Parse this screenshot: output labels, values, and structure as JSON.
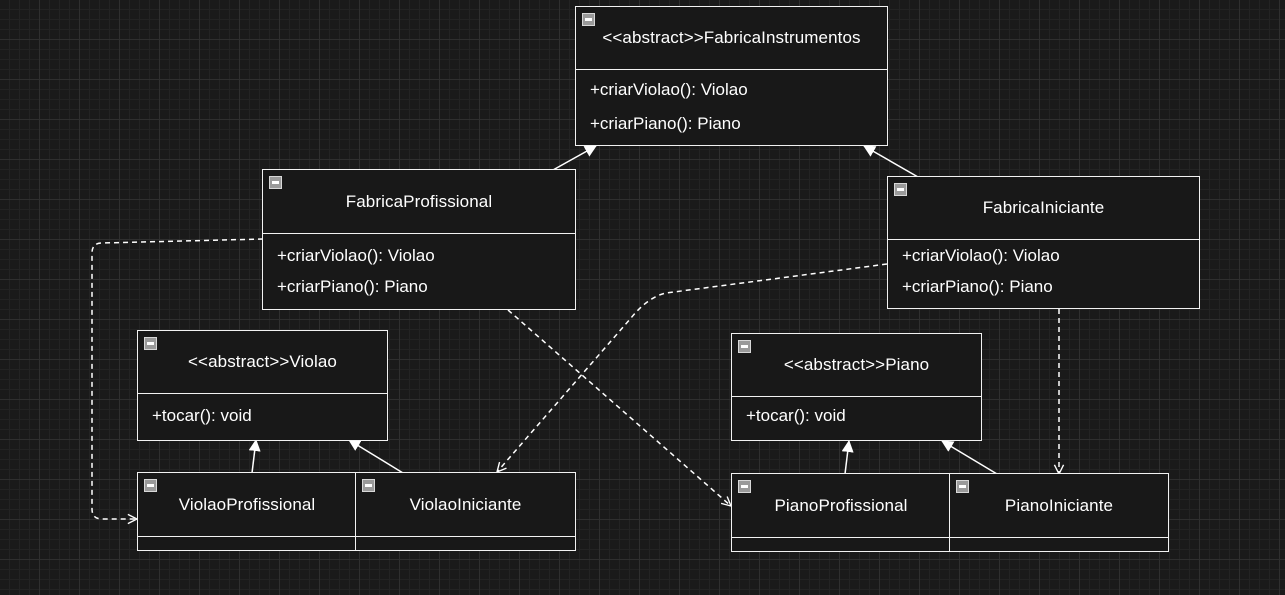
{
  "diagram": {
    "classes": {
      "fabrica_instrumentos": {
        "name": "<<abstract>>FabricaInstrumentos",
        "methods": [
          "+criarViolao(): Violao",
          "+criarPiano(): Piano"
        ]
      },
      "fabrica_profissional": {
        "name": "FabricaProfissional",
        "methods": [
          "+criarViolao(): Violao",
          "+criarPiano(): Piano"
        ]
      },
      "fabrica_iniciante": {
        "name": "FabricaIniciante",
        "methods": [
          "+criarViolao(): Violao",
          "+criarPiano(): Piano"
        ]
      },
      "violao": {
        "name": "<<abstract>>Violao",
        "methods": [
          "+tocar(): void"
        ]
      },
      "piano": {
        "name": "<<abstract>>Piano",
        "methods": [
          "+tocar(): void"
        ]
      },
      "violao_profissional": {
        "name": "ViolaoProfissional",
        "methods": []
      },
      "violao_iniciante": {
        "name": "ViolaoIniciante",
        "methods": []
      },
      "piano_profissional": {
        "name": "PianoProfissional",
        "methods": []
      },
      "piano_iniciante": {
        "name": "PianoIniciante",
        "methods": []
      }
    },
    "relations": [
      {
        "type": "generalization",
        "from": "FabricaProfissional",
        "to": "FabricaInstrumentos"
      },
      {
        "type": "generalization",
        "from": "FabricaIniciante",
        "to": "FabricaInstrumentos"
      },
      {
        "type": "generalization",
        "from": "ViolaoProfissional",
        "to": "Violao"
      },
      {
        "type": "generalization",
        "from": "ViolaoIniciante",
        "to": "Violao"
      },
      {
        "type": "generalization",
        "from": "PianoProfissional",
        "to": "Piano"
      },
      {
        "type": "generalization",
        "from": "PianoIniciante",
        "to": "Piano"
      },
      {
        "type": "dependency",
        "from": "FabricaProfissional",
        "to": "ViolaoProfissional"
      },
      {
        "type": "dependency",
        "from": "FabricaProfissional",
        "to": "PianoProfissional"
      },
      {
        "type": "dependency",
        "from": "FabricaIniciante",
        "to": "ViolaoIniciante"
      },
      {
        "type": "dependency",
        "from": "FabricaIniciante",
        "to": "PianoIniciante"
      }
    ],
    "colors": {
      "background": "#1a1a1a",
      "line": "#f2f2f2",
      "box_fill": "#181818",
      "text": "#ffffff"
    }
  }
}
